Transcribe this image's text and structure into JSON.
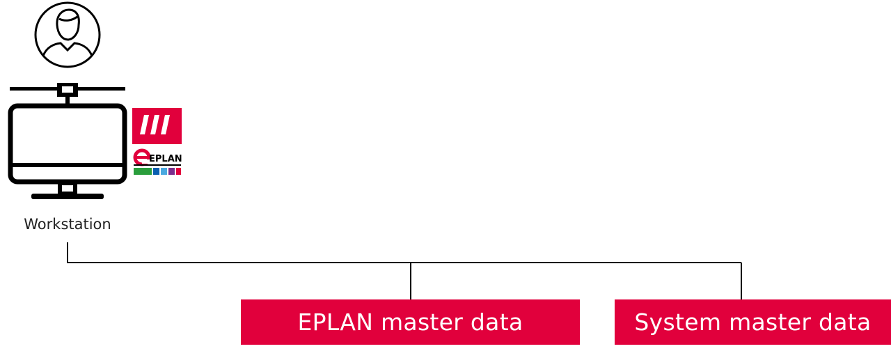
{
  "workstation": {
    "label": "Workstation",
    "user_icon": "user-avatar-icon",
    "monitor_icon": "networked-monitor-icon"
  },
  "logo": {
    "name": "eplan-logo",
    "brand_text": "EPLAN",
    "colors": {
      "red": "#e1003c",
      "stripe": [
        "#2a9e3c",
        "#0a5fb0",
        "#4aa9e0",
        "#7b2e8c",
        "#e1003c"
      ]
    }
  },
  "master_data": [
    {
      "label": "EPLAN master data"
    },
    {
      "label": "System master data"
    }
  ],
  "colors": {
    "accent": "#e1003c",
    "line": "#000000",
    "text": "#222222"
  }
}
